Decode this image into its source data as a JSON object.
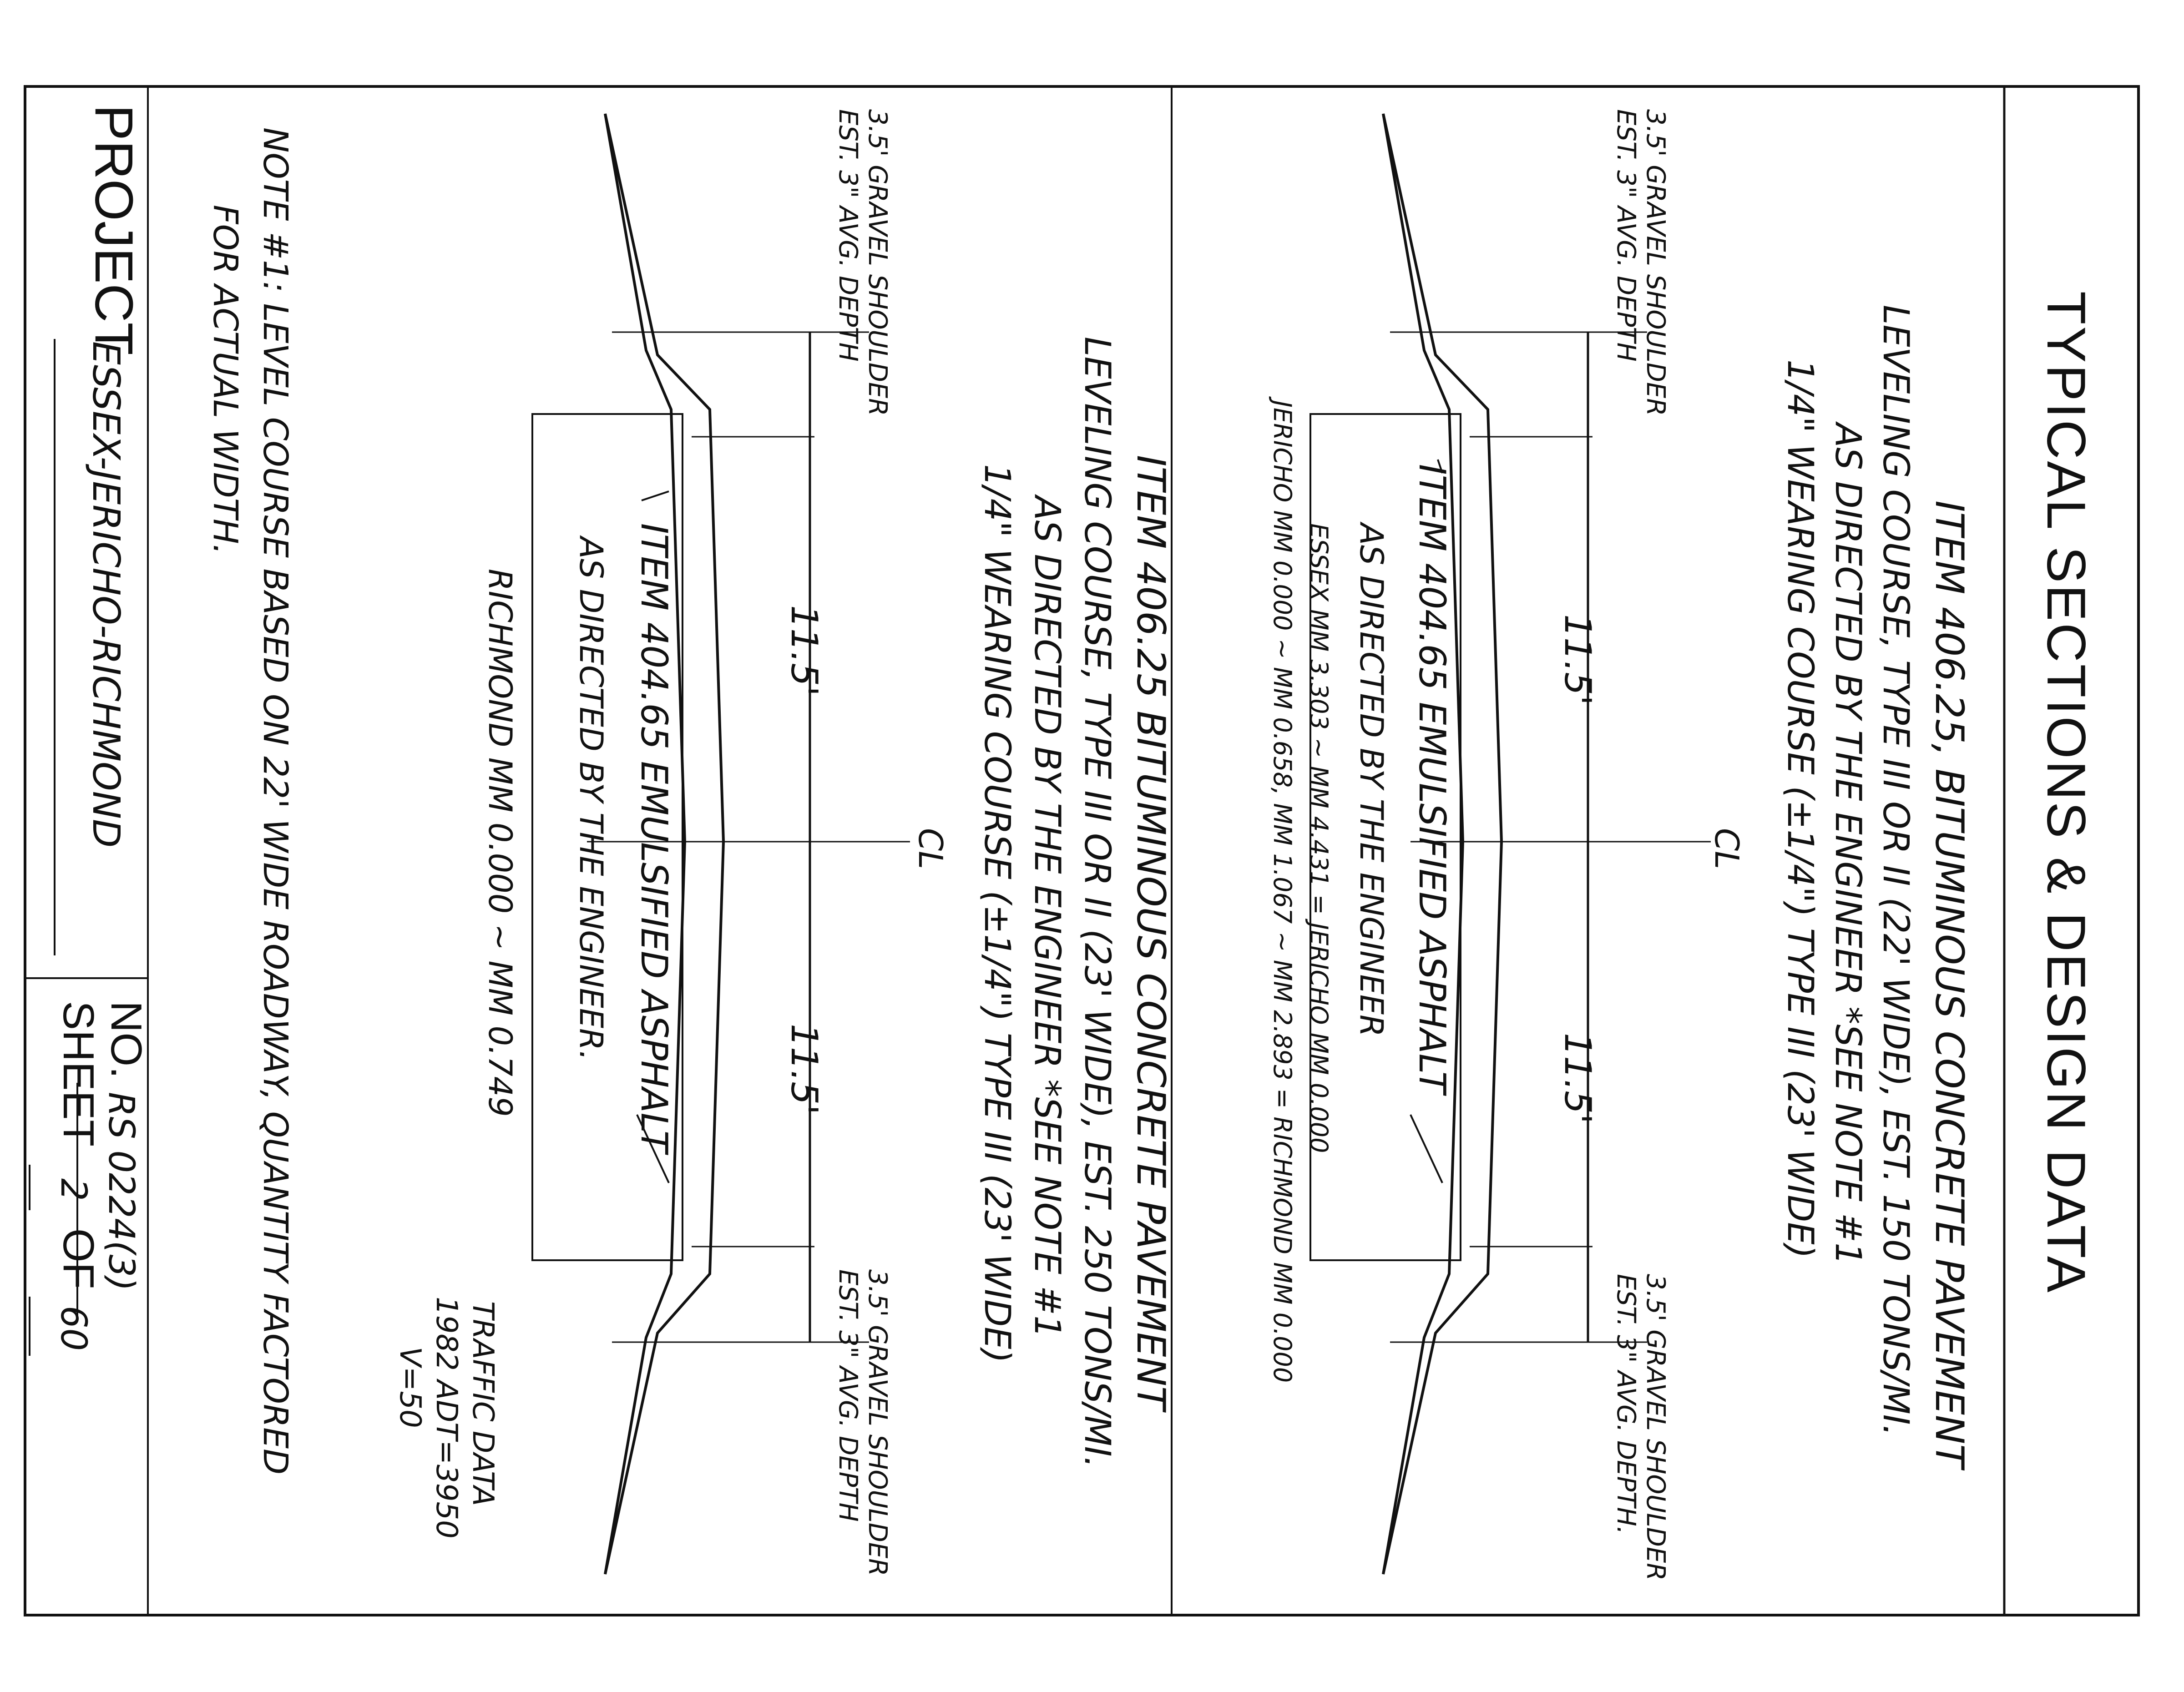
{
  "sheet": {
    "title": "TYPICAL SECTIONS & DESIGN DATA"
  },
  "section_top": {
    "item_text": [
      "ITEM 406.25, BITUMINOUS CONCRETE PAVEMENT",
      "LEVELING COURSE, TYPE III OR II (22' WIDE), EST. 150 TONS/MI.",
      "AS DIRECTED BY THE ENGINEER    *SEE NOTE #1",
      "1/4\" WEARING COURSE (±1/4\") TYPE III (23' WIDE)"
    ],
    "shoulder_left": [
      "3.5' GRAVEL SHOULDER",
      "EST. 3\" AVG. DEPTH"
    ],
    "shoulder_right": [
      "3.5' GRAVEL SHOULDER",
      "EST. 3\" AVG. DEPTH."
    ],
    "lane_left": "11.5'",
    "lane_right": "11.5'",
    "centerline": "CL",
    "emulsion_box": [
      "ITEM 404.65 EMULSIFIED ASPHALT",
      "AS DIRECTED BY THE ENGINEER",
      "ESSEX MM 3.303 ~ MM 4.431 = JERICHO MM 0.000",
      "JERICHO MM 0.000 ~ MM 0.658, MM 1.067 ~ MM 2.893 = RICHMOND MM 0.000"
    ]
  },
  "section_bottom": {
    "item_text": [
      "ITEM 406.25 BITUMINOUS CONCRETE PAVEMENT",
      "LEVELING COURSE, TYPE III OR II (23' WIDE), EST. 250 TONS/MI.",
      "AS DIRECTED BY THE ENGINEER    *SEE NOTE #1",
      "1/4\" WEARING COURSE (±1/4\") TYPE III (23' WIDE)"
    ],
    "shoulder_left": [
      "3.5' GRAVEL SHOULDER",
      "EST. 3\" AVG. DEPTH"
    ],
    "shoulder_right": [
      "3.5' GRAVEL SHOULDER",
      "EST. 3\" AVG. DEPTH"
    ],
    "lane_left": "11.5'",
    "lane_right": "11.5'",
    "centerline": "CL",
    "emulsion_box": [
      "ITEM 404.65 EMULSIFIED ASPHALT",
      "AS DIRECTED BY THE ENGINEER."
    ],
    "richmond_range": "RICHMOND MM 0.000 ~ MM 0.749",
    "traffic_data": [
      "TRAFFIC DATA",
      "1982 ADT=3950",
      "V=50"
    ]
  },
  "note": [
    "NOTE #1: LEVEL COURSE BASED ON 22' WIDE ROADWAY, QUANTITY FACTORED",
    "FOR ACTUAL WIDTH."
  ],
  "title_block": {
    "project_label": "PROJECT",
    "project_value": "ESSEX-JERICHO-RICHMOND",
    "no_label": "NO.",
    "no_value": "RS 0224(3)",
    "sheet_label": "SHEET",
    "sheet_number": "2",
    "of_label": "OF",
    "sheet_total": "60"
  }
}
